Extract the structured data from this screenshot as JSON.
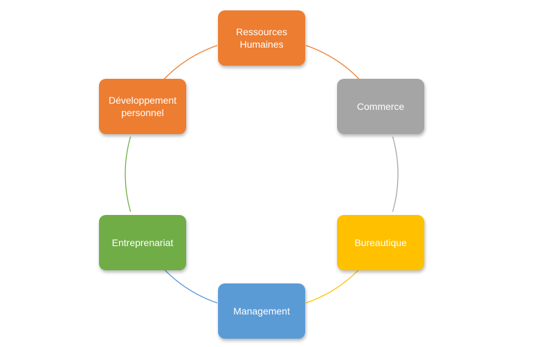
{
  "diagram": {
    "type": "cycle",
    "nodes": [
      {
        "id": "rh",
        "label": "Ressources\nHumaines",
        "color": "#ED7D31"
      },
      {
        "id": "commerce",
        "label": "Commerce",
        "color": "#A5A5A5"
      },
      {
        "id": "bureautique",
        "label": "Bureautique",
        "color": "#FFC000"
      },
      {
        "id": "management",
        "label": "Management",
        "color": "#5B9BD5"
      },
      {
        "id": "entrepreneuriat",
        "label": "Entreprenariat",
        "color": "#70AD47"
      },
      {
        "id": "dev",
        "label": "Développement\npersonnel",
        "color": "#ED7D31"
      }
    ],
    "connectors": [
      {
        "from": "rh",
        "to": "commerce",
        "color": "#ED7D31"
      },
      {
        "from": "commerce",
        "to": "bureautique",
        "color": "#A5A5A5"
      },
      {
        "from": "bureautique",
        "to": "management",
        "color": "#FFC000"
      },
      {
        "from": "management",
        "to": "entrepreneuriat",
        "color": "#5B9BD5"
      },
      {
        "from": "entrepreneuriat",
        "to": "dev",
        "color": "#70AD47"
      },
      {
        "from": "dev",
        "to": "rh",
        "color": "#ED7D31"
      }
    ]
  }
}
